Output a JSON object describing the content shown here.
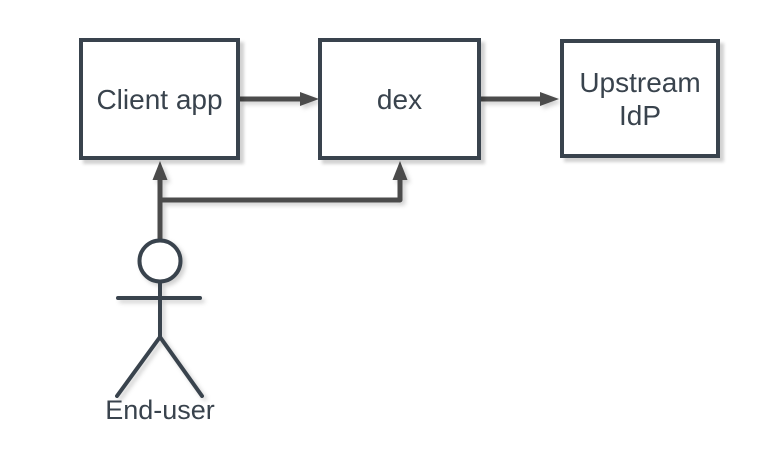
{
  "diagram": {
    "type": "flow-diagram",
    "nodes": [
      {
        "id": "client-app",
        "label": "Client app",
        "shape": "rectangle"
      },
      {
        "id": "dex",
        "label": "dex",
        "shape": "rectangle"
      },
      {
        "id": "upstream-idp",
        "label": "Upstream IdP",
        "shape": "rectangle"
      },
      {
        "id": "end-user",
        "label": "End-user",
        "shape": "actor"
      }
    ],
    "edges": [
      {
        "from": "Client app",
        "to": "dex",
        "style": "arrow"
      },
      {
        "from": "dex",
        "to": "Upstream IdP",
        "style": "arrow"
      },
      {
        "from": "End-user",
        "to": "Client app",
        "style": "arrow"
      },
      {
        "from": "End-user",
        "to": "dex",
        "style": "arrow"
      }
    ]
  },
  "colors": {
    "node_stroke": "#39434D",
    "node_fill": "#FFFFFF",
    "label_text": "#39434D",
    "edge": "#4B4B4B",
    "background": "#FFFFFF"
  }
}
